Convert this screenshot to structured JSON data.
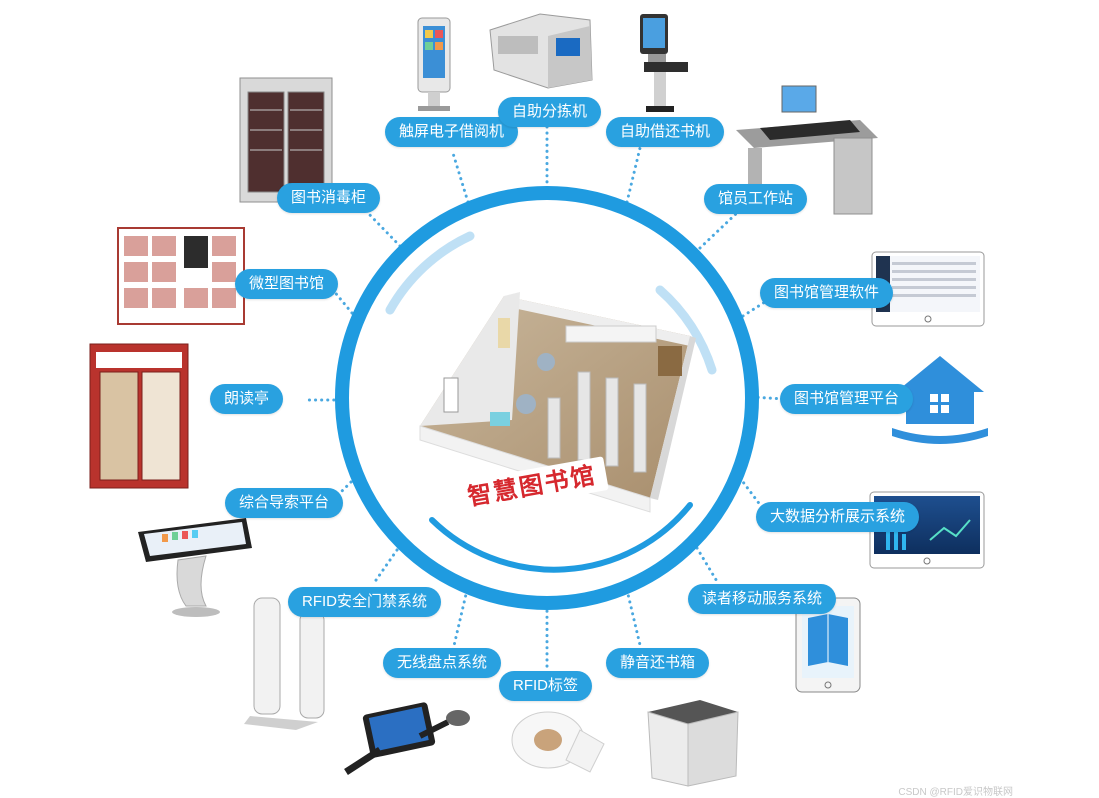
{
  "center": {
    "title": "智慧图书馆"
  },
  "nodes": [
    {
      "id": "touch-reader",
      "label": "触屏电子借阅机"
    },
    {
      "id": "auto-sorter",
      "label": "自助分拣机"
    },
    {
      "id": "self-checkout",
      "label": "自助借还书机"
    },
    {
      "id": "librarian-workstation",
      "label": "馆员工作站"
    },
    {
      "id": "library-software",
      "label": "图书馆管理软件"
    },
    {
      "id": "library-platform",
      "label": "图书馆管理平台"
    },
    {
      "id": "bigdata-display",
      "label": "大数据分析展示系统"
    },
    {
      "id": "mobile-service",
      "label": "读者移动服务系统"
    },
    {
      "id": "silent-returnbox",
      "label": "静音还书箱"
    },
    {
      "id": "rfid-tag",
      "label": "RFID标签"
    },
    {
      "id": "wireless-inventory",
      "label": "无线盘点系统"
    },
    {
      "id": "rfid-gate",
      "label": "RFID安全门禁系统"
    },
    {
      "id": "search-platform",
      "label": "综合导索平台"
    },
    {
      "id": "reading-kiosk",
      "label": "朗读亭"
    },
    {
      "id": "micro-library",
      "label": "微型图书馆"
    },
    {
      "id": "disinfection-cabinet",
      "label": "图书消毒柜"
    }
  ],
  "colors": {
    "accent": "#29a1e0",
    "ring": "#1f9be0",
    "title": "#d6282e",
    "dots": "#4aa8e0"
  },
  "watermark": "CSDN @RFID爱识物联网"
}
